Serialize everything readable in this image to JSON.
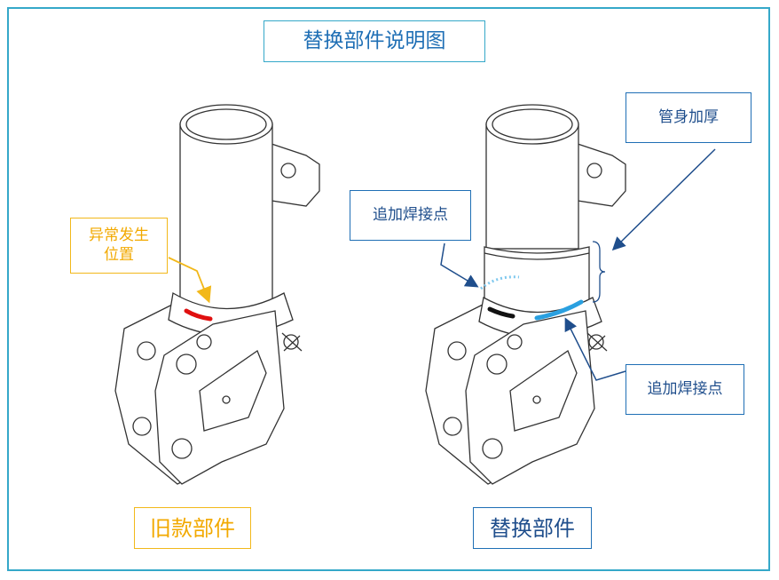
{
  "title": "替换部件说明图",
  "old_part_label": "旧款部件",
  "new_part_label": "替换部件",
  "callouts": {
    "abnormal_line1": "异常发生",
    "abnormal_line2": "位置",
    "tube_thickened": "管身加厚",
    "added_weld_top": "追加焊接点",
    "added_weld_right": "追加焊接点"
  },
  "colors": {
    "frame": "#35a8c9",
    "blue": "#1f6fb5",
    "orange": "#f2b81a",
    "red": "#e01010",
    "weld_blue": "#2aa0e0"
  }
}
